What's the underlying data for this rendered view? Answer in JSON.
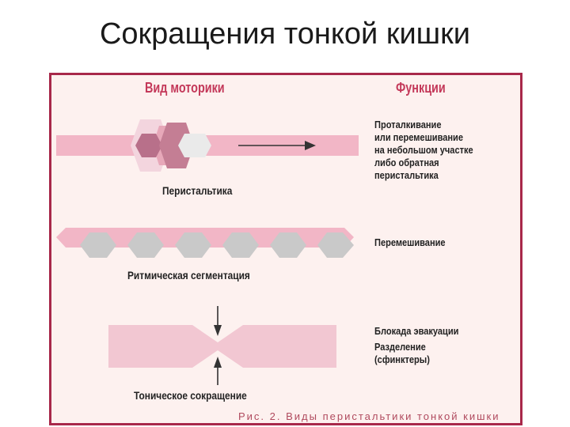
{
  "slide": {
    "title": "Сокращения тонкой кишки"
  },
  "figure": {
    "header_left": "Вид моторики",
    "header_right": "Функции",
    "rows": [
      {
        "label": "Перистальтика",
        "function_lines": [
          "Проталкивание",
          "или перемешивание",
          "на небольшом участке",
          "либо обратная",
          "перистальтика"
        ]
      },
      {
        "label": "Ритмическая сегментация",
        "function_lines": [
          "Перемешивание"
        ]
      },
      {
        "label": "Тоническое сокращение",
        "function_lines": [
          "Блокада эвакуации",
          "Разделение",
          "(сфинктеры)"
        ]
      }
    ],
    "caption": "Рис. 2. Виды перистальтики тонкой кишки"
  },
  "colors": {
    "border": "#a8284a",
    "background": "#fdf1ef",
    "pink": "#f2b6c6",
    "dark_pink": "#b8708a",
    "gray": "#c9c9c9",
    "accent": "#c4395a"
  }
}
